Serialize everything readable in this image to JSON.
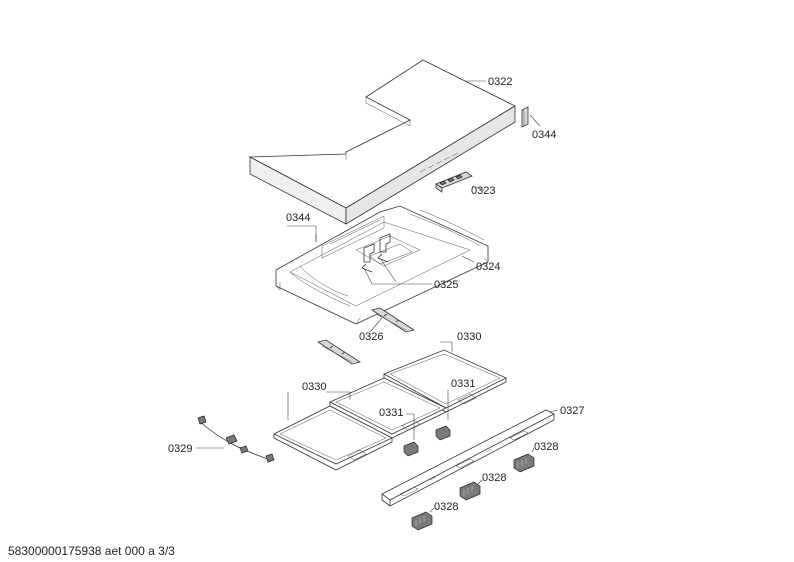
{
  "parts": {
    "p0322": "0322",
    "p0344_right": "0344",
    "p0323": "0323",
    "p0344_left": "0344",
    "p0324": "0324",
    "p0325": "0325",
    "p0326": "0326",
    "p0330_top": "0330",
    "p0330_left": "0330",
    "p0331_right": "0331",
    "p0331_left": "0331",
    "p0327": "0327",
    "p0329": "0329",
    "p0328_right": "0328",
    "p0328_mid": "0328",
    "p0328_bottom": "0328"
  },
  "footer": {
    "document_id": "58300000175938 aet 000 a 3/3"
  }
}
